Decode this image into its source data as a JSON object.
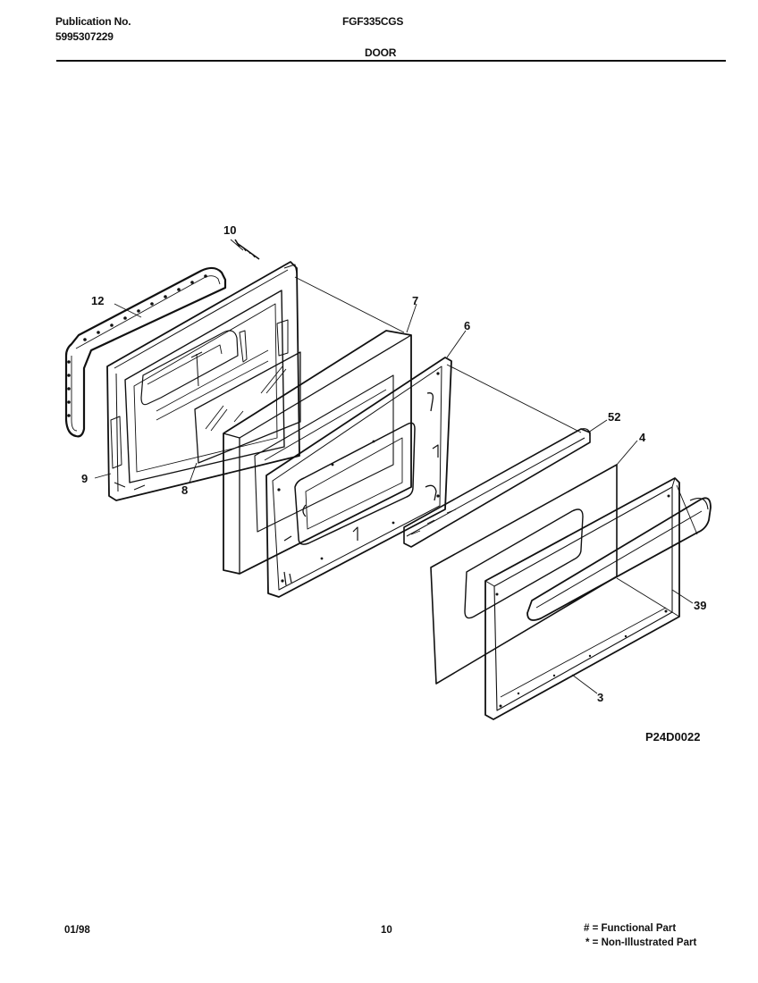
{
  "header": {
    "publication_label": "Publication No.",
    "publication_number": "5995307229",
    "model": "FGF335CGS",
    "section": "DOOR"
  },
  "callouts": {
    "c10": "10",
    "c12": "12",
    "c7": "7",
    "c6": "6",
    "c52": "52",
    "c4": "4",
    "c9": "9",
    "c8": "8",
    "c39": "39",
    "c3": "3"
  },
  "diagram_ref": "P24D0022",
  "footer": {
    "date": "01/98",
    "page": "10",
    "legend_functional": "# = Functional Part",
    "legend_non_illustrated": "* = Non-Illustrated Part"
  }
}
